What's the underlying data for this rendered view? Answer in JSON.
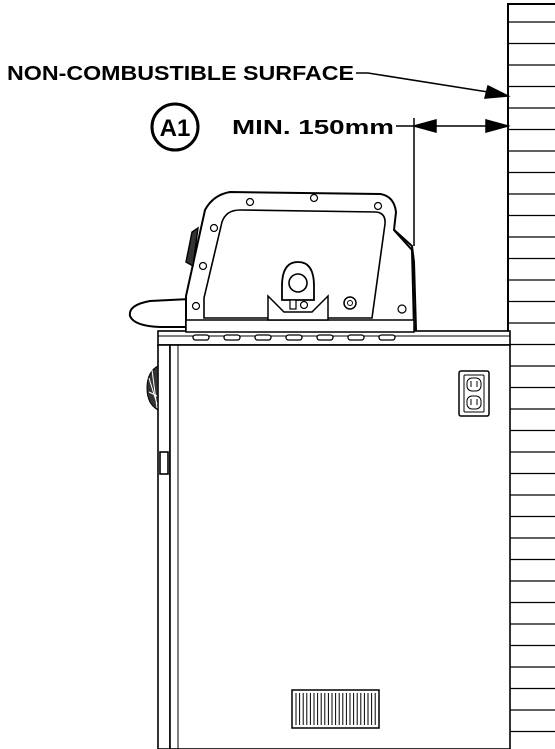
{
  "labels": {
    "surface": "NON-COMBUSTIBLE SURFACE",
    "clearance": "MIN. 150mm",
    "callout": "A1"
  },
  "colors": {
    "line": "#000000",
    "background": "#ffffff"
  }
}
